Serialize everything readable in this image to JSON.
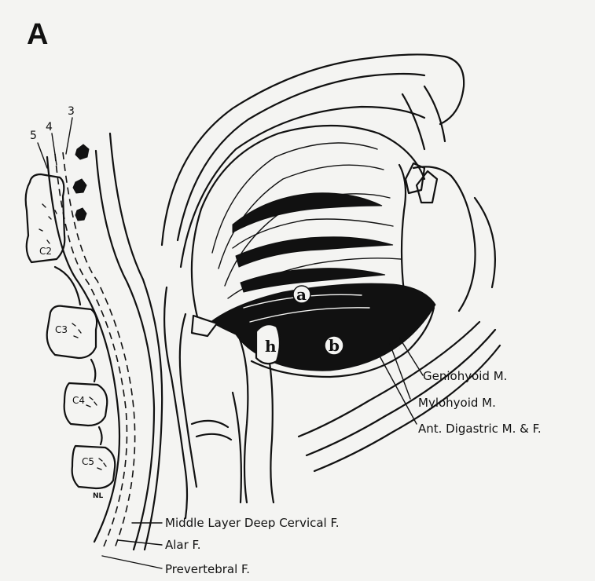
{
  "panel_label": "A",
  "fascia_numbers": [
    "5",
    "4",
    "3"
  ],
  "vertebrae": [
    "C2",
    "C3",
    "C4",
    "C5"
  ],
  "signature": "NL",
  "region_markers": {
    "a": "a",
    "b": "b",
    "h": "h"
  },
  "muscle_labels": [
    "Geniohyoid M.",
    "Mylohyoid M.",
    "Ant. Digastric M. & F."
  ],
  "fascia_labels": [
    "Middle Layer Deep Cervical F.",
    "Alar F.",
    "Prevertebral F."
  ]
}
